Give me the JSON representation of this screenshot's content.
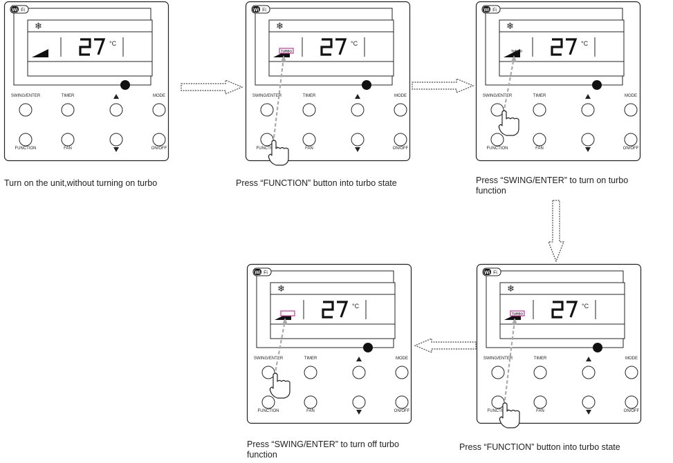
{
  "controller": {
    "wifi_label": "WiFi",
    "temperature": "27",
    "unit": "°C",
    "turbo_label": "TURBO",
    "buttons": {
      "swing_enter": "SWING/ENTER",
      "timer": "TIMER",
      "mode": "MODE",
      "function": "FUNCTION",
      "fan": "FAN",
      "on_off": "ON/OFF"
    }
  },
  "steps": [
    {
      "caption": "Turn on the unit,without turning on turbo",
      "turbo": "none",
      "press": "none"
    },
    {
      "caption": "Press “FUNCTION” button into turbo state",
      "turbo": "text",
      "press": "function"
    },
    {
      "caption": "Press “SWING/ENTER” to turn on turbo function",
      "turbo": "text-only",
      "press": "swing"
    },
    {
      "caption": "Press “SWING/ENTER” to turn off turbo function",
      "turbo": "empty",
      "press": "swing"
    },
    {
      "caption": "Press “FUNCTION” button into turbo state",
      "turbo": "text",
      "press": "function"
    }
  ],
  "colors": {
    "line": "#222222",
    "highlight": "#cc3399",
    "pointer": "#aaaaaa",
    "knob": "#111111"
  }
}
